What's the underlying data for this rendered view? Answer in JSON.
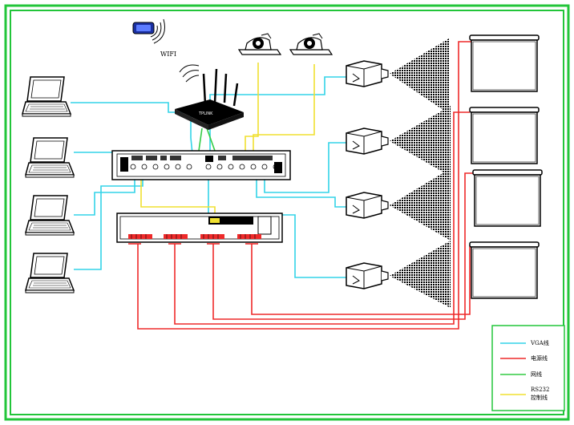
{
  "wifi_label": "WIFI",
  "router_label": "TPLINK",
  "legend": {
    "items": [
      {
        "label": "VGA线",
        "color": "#33d4e8"
      },
      {
        "label": "电源线",
        "color": "#ee2a2a"
      },
      {
        "label": "网线",
        "color": "#33cc44"
      },
      {
        "label": "RS232",
        "label2": "控制线",
        "color": "#f0e030"
      }
    ]
  },
  "colors": {
    "border": "#22c53a",
    "vga": "#33d4e8",
    "power": "#ee2a2a",
    "net": "#33cc44",
    "rs232": "#f0e030"
  }
}
